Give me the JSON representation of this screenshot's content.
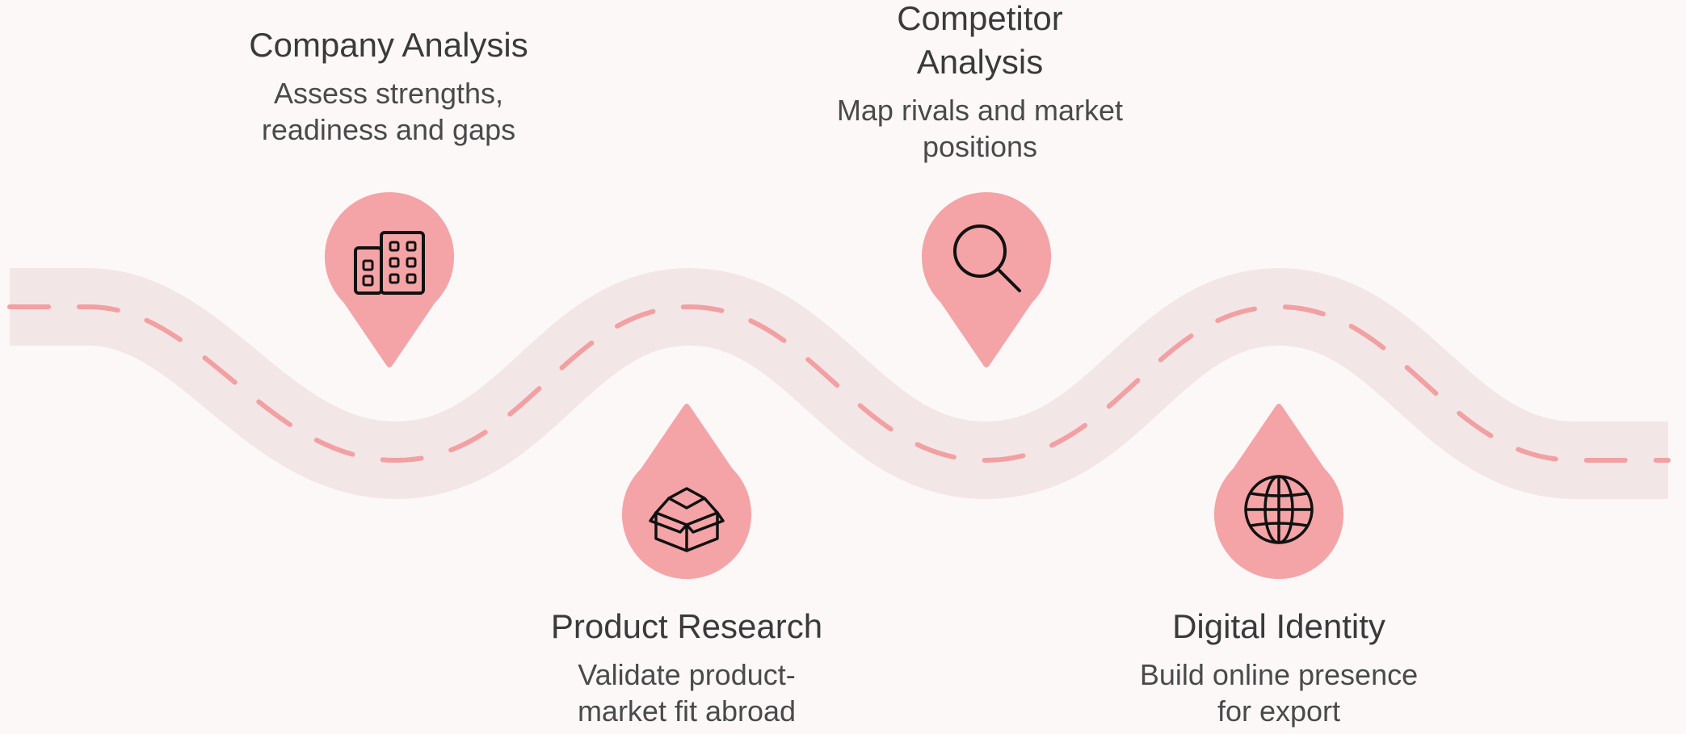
{
  "colors": {
    "background": "#fdf8f8",
    "road": "#f3e6e7",
    "dash": "#f2a0a2",
    "marker": "#f4a4a6",
    "icon_stroke": "#111111"
  },
  "steps": [
    {
      "title": "Company Analysis",
      "description": "Assess strengths, readiness and gaps",
      "icon": "building-icon",
      "marker_direction": "down"
    },
    {
      "title": "Product Research",
      "description": "Validate product-market fit abroad",
      "icon": "box-icon",
      "marker_direction": "up"
    },
    {
      "title": "Competitor Analysis",
      "description": "Map rivals and market positions",
      "icon": "magnifier-icon",
      "marker_direction": "down"
    },
    {
      "title": "Digital Identity",
      "description": "Build online presence for export",
      "icon": "globe-icon",
      "marker_direction": "up"
    }
  ]
}
